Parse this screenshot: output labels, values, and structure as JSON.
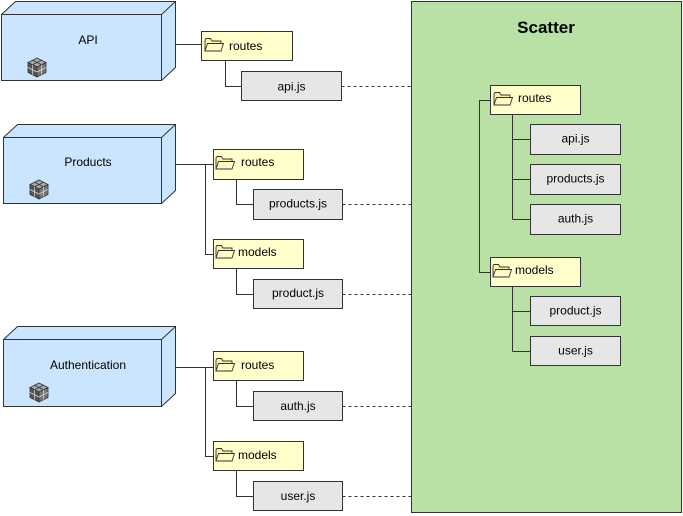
{
  "scatter": {
    "title": "Scatter"
  },
  "services": [
    {
      "name": "API",
      "folders": [
        {
          "name": "routes",
          "files": [
            "api.js"
          ]
        }
      ]
    },
    {
      "name": "Products",
      "folders": [
        {
          "name": "routes",
          "files": [
            "products.js"
          ]
        },
        {
          "name": "models",
          "files": [
            "product.js"
          ]
        }
      ]
    },
    {
      "name": "Authentication",
      "folders": [
        {
          "name": "routes",
          "files": [
            "auth.js"
          ]
        },
        {
          "name": "models",
          "files": [
            "user.js"
          ]
        }
      ]
    }
  ],
  "scatter_tree": [
    {
      "name": "routes",
      "files": [
        "api.js",
        "products.js",
        "auth.js"
      ]
    },
    {
      "name": "models",
      "files": [
        "product.js",
        "user.js"
      ]
    }
  ],
  "colors": {
    "node_fill": "#cce5ff",
    "folder_fill": "#ffffcc",
    "file_fill": "#e6e6e6",
    "scatter_fill": "#b9e0a5",
    "folder_icon": "#fff2a6"
  },
  "icons": {
    "node": "package-cube-icon",
    "folder": "folder-icon"
  }
}
